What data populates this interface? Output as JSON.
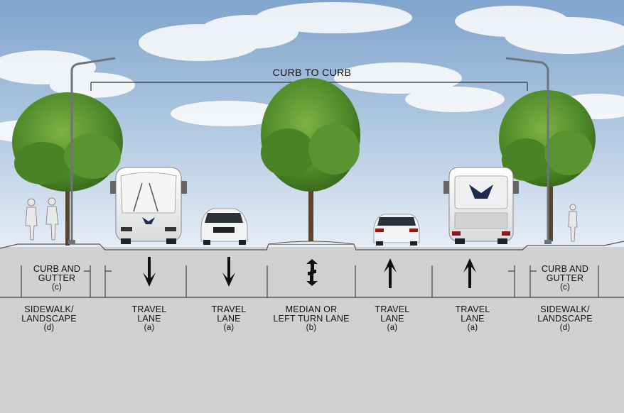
{
  "title": "CURB TO CURB",
  "segments": [
    {
      "id": "sidewalk-left",
      "line1": "SIDEWALK/",
      "line2": "LANDSCAPE",
      "code": "(d)"
    },
    {
      "id": "travel-lane-1",
      "line1": "TRAVEL",
      "line2": "LANE",
      "code": "(a)",
      "direction": "down"
    },
    {
      "id": "travel-lane-2",
      "line1": "TRAVEL",
      "line2": "LANE",
      "code": "(a)",
      "direction": "down"
    },
    {
      "id": "median",
      "line1": "MEDIAN OR",
      "line2": "LEFT TURN LANE",
      "code": "(b)",
      "direction": "two-way-turn"
    },
    {
      "id": "travel-lane-3",
      "line1": "TRAVEL",
      "line2": "LANE",
      "code": "(a)",
      "direction": "up"
    },
    {
      "id": "travel-lane-4",
      "line1": "TRAVEL",
      "line2": "LANE",
      "code": "(a)",
      "direction": "up"
    },
    {
      "id": "sidewalk-right",
      "line1": "SIDEWALK/",
      "line2": "LANDSCAPE",
      "code": "(d)"
    }
  ],
  "curb_left": {
    "line1": "CURB AND",
    "line2": "GUTTER",
    "code": "(c)"
  },
  "curb_right": {
    "line1": "CURB AND",
    "line2": "GUTTER",
    "code": "(c)"
  },
  "colors": {
    "sky_top": "#7fa3cc",
    "sky_bottom": "#e4edf5",
    "ground": "#cfd0d1",
    "tree": "#4f8a2a",
    "line": "#333333"
  }
}
